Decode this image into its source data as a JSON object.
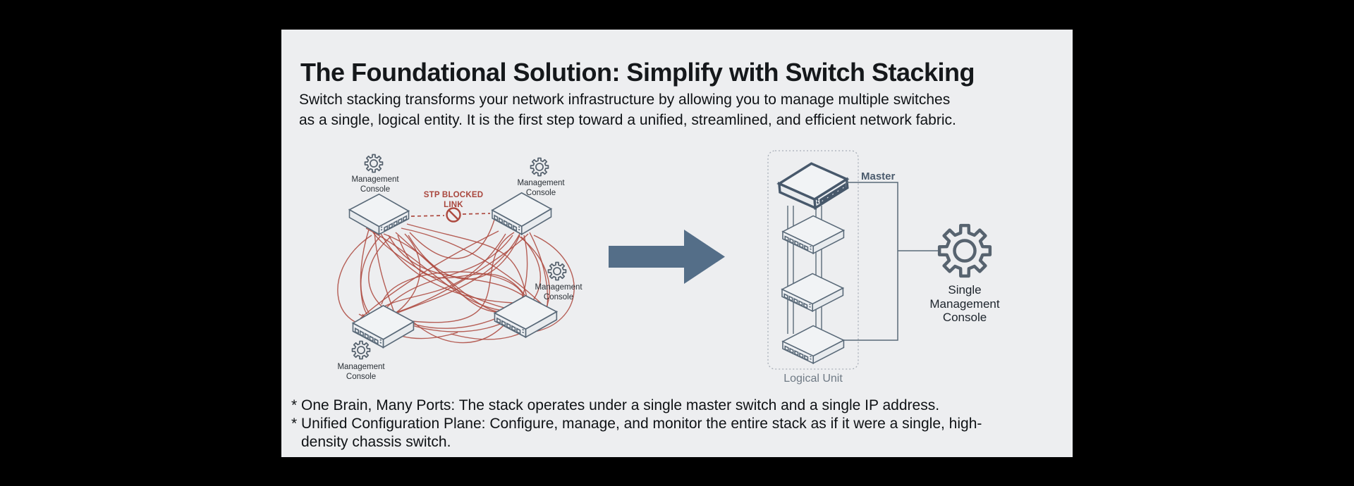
{
  "slide": {
    "title": "The Foundational Solution: Simplify with Switch Stacking",
    "intro": {
      "line1": "Switch stacking transforms your network infrastructure by allowing you to manage multiple switches",
      "line2": "as a single, logical entity. It is the first step toward a unified, streamlined, and efficient network fabric."
    },
    "bullets": {
      "bullet1": "* One Brain, Many Ports: The stack operates under a single master switch and a single IP address.",
      "bullet2_line1": "* Unified Configuration Plane: Configure, manage, and monitor the entire stack as if it were a single, high-",
      "bullet2_line2": "density chassis switch."
    }
  },
  "mesh_diagram": {
    "console_labels": [
      "Management Console",
      "Management Console",
      "Management Console",
      "Management Console"
    ],
    "stp_blocked_label": "STP BLOCKED LINK",
    "switch_count": 4
  },
  "stack_diagram": {
    "master_label": "Master",
    "logical_unit_label": "Logical Unit",
    "single_console_label": "Single Management Console",
    "switch_count": 4
  },
  "icons": {
    "gear": "gear-icon",
    "blocked": "blocked-link-icon",
    "arrow": "transform-arrow-icon"
  },
  "colors": {
    "background": "#000000",
    "slide_bg": "#edeef0",
    "mesh_red": "#ad4a40",
    "line_slate": "#5a6a79",
    "master_slate": "#47586b",
    "arrow_blue": "#546e88",
    "text_dark": "#15181b",
    "label_gray": "#6f7a85"
  }
}
